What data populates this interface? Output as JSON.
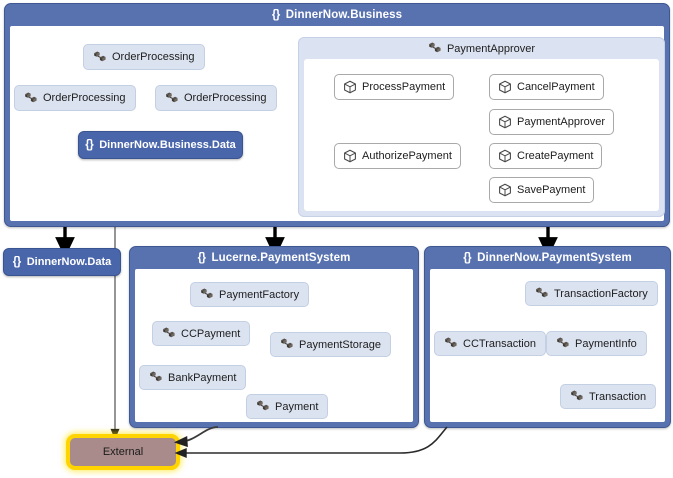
{
  "diagram": {
    "type": "code-map-dependency-graph",
    "title": "DinnerNow code map",
    "colors": {
      "namespace_header": "#5872b0",
      "namespace_leaf": "#4a66ab",
      "type_node": "#dce3f0",
      "method_node": "#ffffff",
      "group": "#dbe2f1",
      "external_fill": "#a98b8b",
      "external_glow": "#ffd400",
      "edge": "#000000"
    }
  },
  "containers": {
    "business": {
      "brace": "{}",
      "label": "DinnerNow.Business",
      "icon": "namespace-icon"
    },
    "lucerne": {
      "brace": "{}",
      "label": "Lucerne.PaymentSystem",
      "icon": "namespace-icon"
    },
    "dinnernow_payment": {
      "brace": "{}",
      "label": "DinnerNow.PaymentSystem",
      "icon": "namespace-icon"
    }
  },
  "business_nodes": [
    {
      "label": "OrderProcessing",
      "icon": "class-icon"
    },
    {
      "label": "OrderProcessing",
      "icon": "class-icon"
    },
    {
      "label": "OrderProcessing",
      "icon": "class-icon"
    }
  ],
  "business_data_leaf": {
    "brace": "{}",
    "label": "DinnerNow.Business.Data",
    "icon": "namespace-icon"
  },
  "payment_approver_group": {
    "label": "PaymentApprover",
    "icon": "class-icon",
    "methods": [
      {
        "label": "ProcessPayment",
        "icon": "method-icon"
      },
      {
        "label": "CancelPayment",
        "icon": "method-icon"
      },
      {
        "label": "PaymentApprover",
        "icon": "method-icon"
      },
      {
        "label": "AuthorizePayment",
        "icon": "method-icon"
      },
      {
        "label": "CreatePayment",
        "icon": "method-icon"
      },
      {
        "label": "SavePayment",
        "icon": "method-icon"
      }
    ]
  },
  "dinnernow_data_leaf": {
    "brace": "{}",
    "label": "DinnerNow.Data",
    "icon": "namespace-icon"
  },
  "lucerne_nodes": [
    {
      "label": "PaymentFactory",
      "icon": "class-icon"
    },
    {
      "label": "CCPayment",
      "icon": "class-icon"
    },
    {
      "label": "PaymentStorage",
      "icon": "class-icon"
    },
    {
      "label": "BankPayment",
      "icon": "class-icon"
    },
    {
      "label": "Payment",
      "icon": "class-icon"
    }
  ],
  "dinnernow_payment_nodes": [
    {
      "label": "TransactionFactory",
      "icon": "class-icon"
    },
    {
      "label": "CCTransaction",
      "icon": "class-icon"
    },
    {
      "label": "PaymentInfo",
      "icon": "class-icon"
    },
    {
      "label": "Transaction",
      "icon": "class-icon"
    }
  ],
  "external_node": {
    "label": "External",
    "selected": true
  }
}
